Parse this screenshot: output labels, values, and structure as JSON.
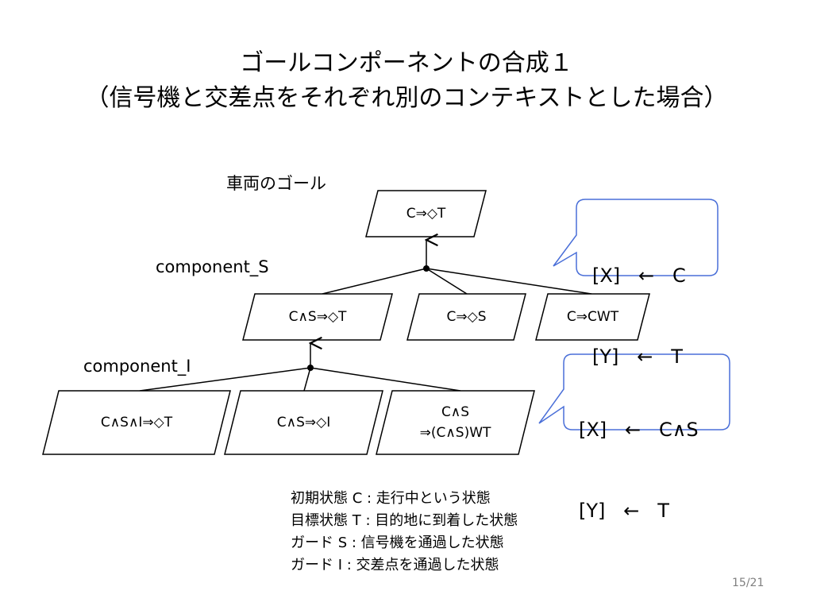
{
  "slide": {
    "title_line1": "ゴールコンポーネントの合成１",
    "title_line2": "（信号機と交差点をそれぞれ別のコンテキストとした場合）",
    "page_number": "15/21"
  },
  "diagram": {
    "vehicle_goal_label": "車両のゴール",
    "component_s_label": "component_S",
    "component_i_label": "component_I",
    "top_goal": "C⇒◇T",
    "level2": [
      "C∧S⇒◇T",
      "C⇒◇S",
      "C⇒CWT"
    ],
    "level3": {
      "left": "C∧S∧I⇒◇T",
      "middle": "C∧S⇒◇I",
      "right_line1": "C∧S",
      "right_line2": "⇒(C∧S)WT"
    },
    "callout_upper": {
      "line1": "[X]   ←   C",
      "line2": "[Y]   ←   T"
    },
    "callout_lower": {
      "line1": "[X]   ←   C∧S",
      "line2": "[Y]   ←   T"
    },
    "colors": {
      "callout_border": "#4a6fd8",
      "shape_stroke": "#000000"
    }
  },
  "legend": [
    "初期状態 C : 走行中という状態",
    "目標状態 T : 目的地に到着した状態",
    "ガード S : 信号機を通過した状態",
    "ガード I : 交差点を通過した状態"
  ]
}
